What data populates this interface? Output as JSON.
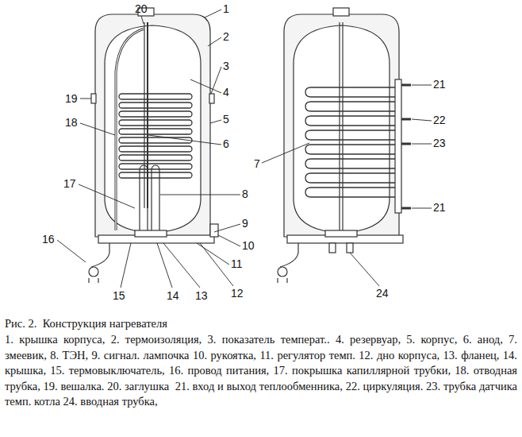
{
  "diagram": {
    "caption": "Рис. 2.  Конструкция нагревателя",
    "labels": [
      "20",
      "1",
      "2",
      "3",
      "4",
      "5",
      "6",
      "7",
      "19",
      "18",
      "17",
      "8",
      "9",
      "10",
      "11",
      "16",
      "15",
      "14",
      "13",
      "12",
      "21",
      "22",
      "23",
      "21",
      "24",
      "1. крышка корпуса, 2. термоизоляция, 3. показатель температ.. 4. резервуар, 5. корпус, 6. анод, 7. змеевик, 8. ТЭН, 9. сигнал. лампочка 10. рукоятка, 11. регулятор темп. 12. дно корпуса, 13. фланец, 14. крышка, 15. термовыключатель, 16. провод питания, 17. покрышка капиллярной трубки, 18. отводная трубка, 19. вешалка. 20. заглушка  21. вход и выход теплообменника, 22. циркуляция. 23. трубка датчика темп. котла 24. вводная трубка,"
    ]
  }
}
